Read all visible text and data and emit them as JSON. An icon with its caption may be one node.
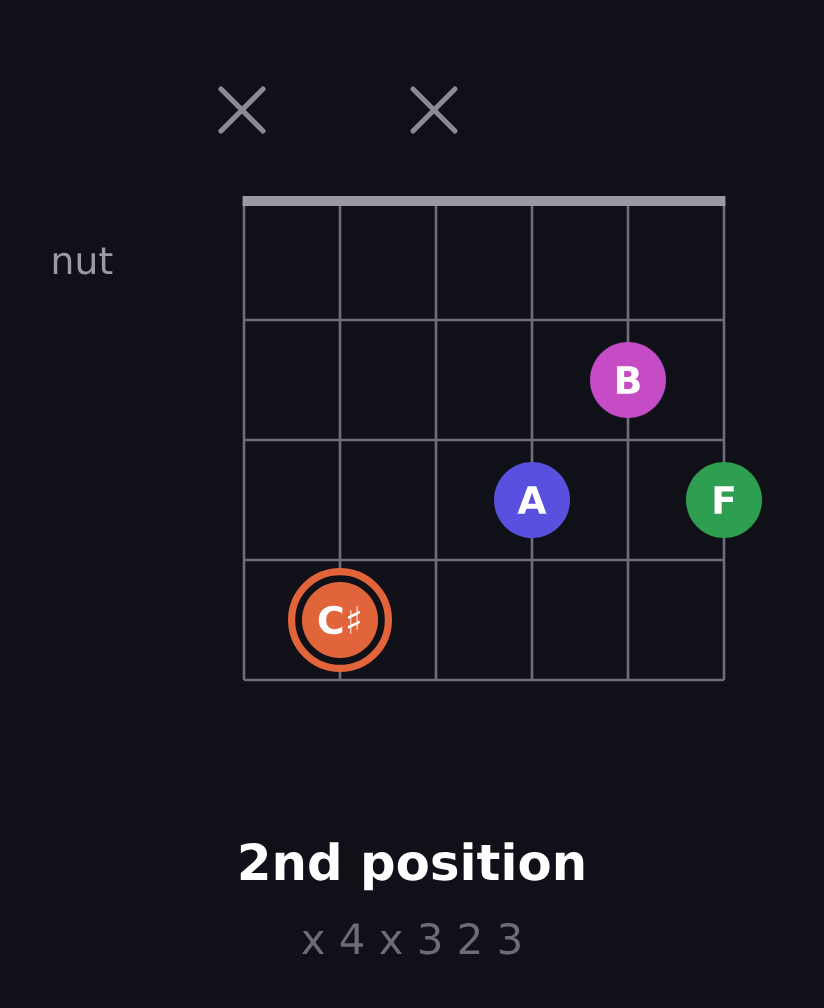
{
  "diagram": {
    "title": "2nd position",
    "caption": "x 4 x 3 2 3",
    "nodes": [
      {
        "text": [
          "B"
        ]
      },
      {
        "text": [
          "A"
        ]
      },
      {
        "text": [
          "F"
        ]
      },
      {
        "text": [
          "C♯"
        ]
      }
    ],
    "labels": [
      "nut"
    ]
  }
}
